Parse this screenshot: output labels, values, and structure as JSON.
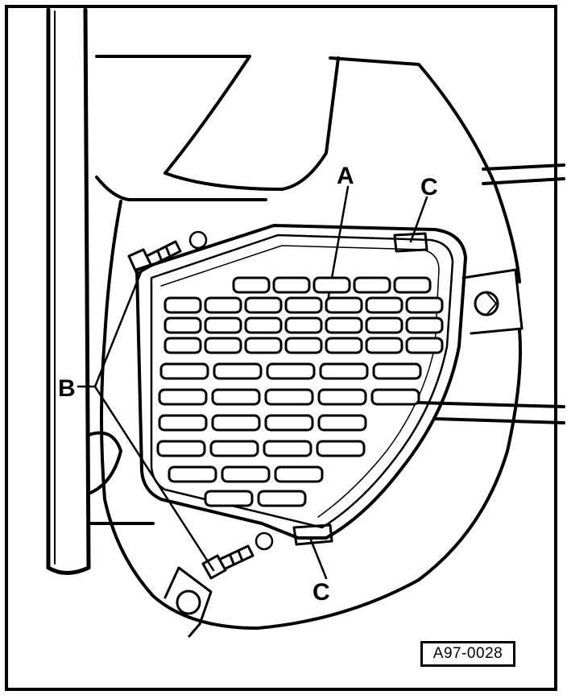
{
  "figure": {
    "callouts": {
      "a": "A",
      "b": "B",
      "c_top": "C",
      "c_bottom": "C"
    },
    "reference_code": "A97-0028"
  }
}
